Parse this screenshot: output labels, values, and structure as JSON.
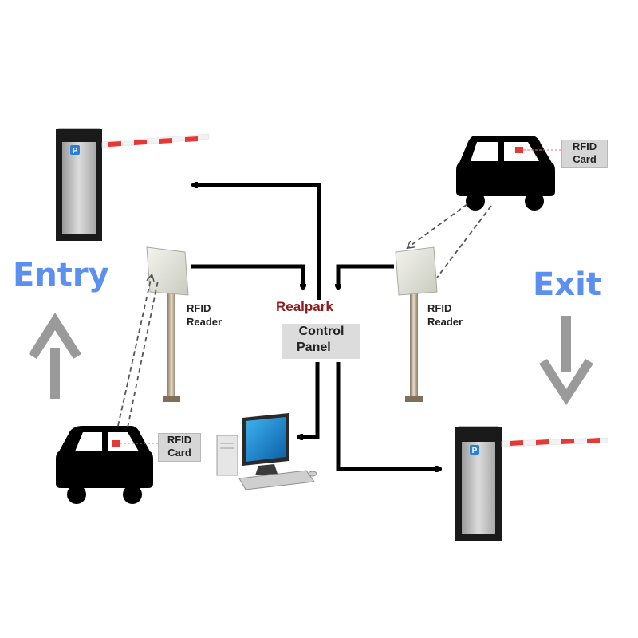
{
  "labels": {
    "entry": "Entry",
    "exit": "Exit",
    "brand": "Realpark",
    "panel_line1": "Control",
    "panel_line2": "Panel",
    "reader_line1": "RFID",
    "reader_line2": "Reader",
    "card_line1": "RFID",
    "card_line2": "Card",
    "barrier_logo": "P"
  },
  "colors": {
    "label_blue": "#5b8ff0",
    "brand_red": "#8a1c1c",
    "barrier_stripe": "#e53935",
    "arrow_black": "#000000",
    "direction_grey": "#9a9a9a",
    "monitor_blue": "#1e90d6"
  },
  "icons": [
    "barrier-gate-icon",
    "car-icon",
    "rfid-reader-icon",
    "computer-icon",
    "arrow-up-icon",
    "arrow-down-icon"
  ]
}
